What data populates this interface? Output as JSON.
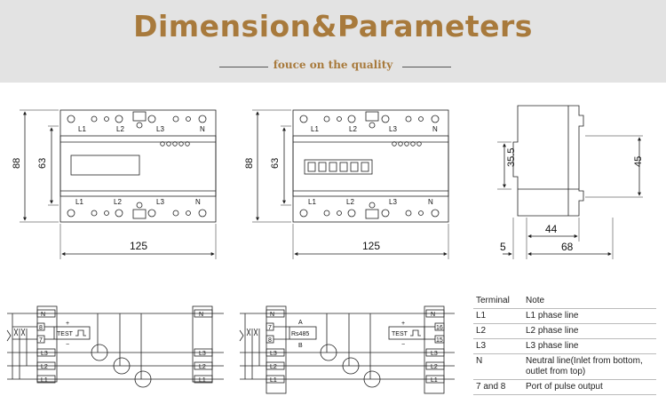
{
  "header": {
    "title": "Dimension&Parameters",
    "subtitle": "fouce on the quality"
  },
  "dimensions": {
    "height_total": "88",
    "height_body": "63",
    "width_front": "125",
    "side_height": "35.5",
    "side_depth": "45",
    "side_width_inner": "44",
    "side_width_total": "68",
    "side_offset": "5"
  },
  "meter_labels": {
    "l1": "L1",
    "l2": "L2",
    "l3": "L3",
    "n": "N",
    "test": "TEST",
    "rs485": "Rs485",
    "a": "A",
    "b": "B",
    "plus": "+",
    "minus": "−",
    "t7": "7",
    "t8": "8",
    "t15": "15",
    "t16": "16"
  },
  "terminal_table": {
    "headers": [
      "Terminal",
      "Note"
    ],
    "rows": [
      {
        "terminal": "L1",
        "note": "L1 phase line"
      },
      {
        "terminal": "L2",
        "note": "L2 phase line"
      },
      {
        "terminal": "L3",
        "note": "L3 phase line"
      },
      {
        "terminal": "N",
        "note": "Neutral line(Inlet from bottom, outlet from top)"
      },
      {
        "terminal": "7 and 8",
        "note": "Port of pulse output"
      }
    ]
  },
  "colors": {
    "accent": "#a87a3c",
    "banner_bg": "#e3e3e3"
  }
}
